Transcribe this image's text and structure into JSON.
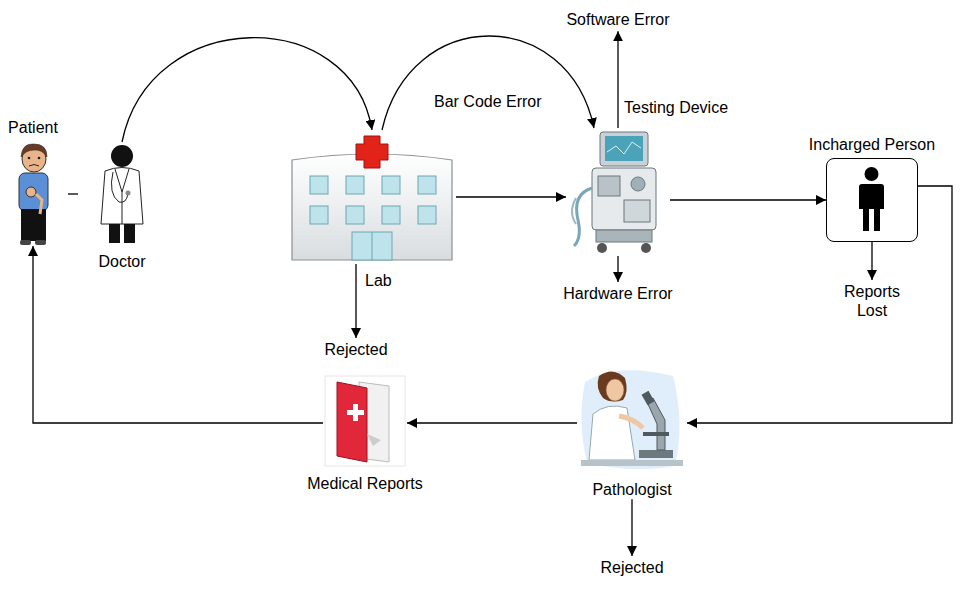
{
  "diagram": {
    "nodes": [
      {
        "text": [
          "Patient"
        ]
      },
      {
        "text": [
          "Doctor"
        ]
      },
      {
        "text": []
      },
      {
        "text": [
          "Testing Device"
        ]
      },
      {
        "text": [
          "Software Error"
        ]
      },
      {
        "text": [
          "Hardware Error"
        ]
      },
      {
        "text": [
          "Incharged Person"
        ]
      },
      {
        "text": [
          "Reports Lost"
        ]
      },
      {
        "text": [
          "Rejected"
        ]
      },
      {
        "text": [
          "Pathologist"
        ]
      },
      {
        "text": [
          "Rejected"
        ]
      },
      {
        "text": [
          "Medical Reports"
        ]
      }
    ],
    "edges": [
      {
        "from": 0,
        "to": 1,
        "arrow": "none"
      },
      {
        "from": 1,
        "to": 2,
        "arrow": "to"
      },
      {
        "from": 2,
        "to": 3,
        "label": "Bar Code Error",
        "arrow": "to"
      },
      {
        "from": 2,
        "to": 3,
        "arrow": "to"
      },
      {
        "from": 2,
        "to": 8,
        "label": "Lab",
        "arrow": "to"
      },
      {
        "from": 3,
        "to": 4,
        "arrow": "to"
      },
      {
        "from": 3,
        "to": 5,
        "arrow": "to"
      },
      {
        "from": 3,
        "to": 6,
        "arrow": "to"
      },
      {
        "from": 6,
        "to": 7,
        "arrow": "to"
      },
      {
        "from": 6,
        "to": 9,
        "arrow": "to"
      },
      {
        "from": 9,
        "to": 10,
        "arrow": "to"
      },
      {
        "from": 9,
        "to": 11,
        "arrow": "to"
      },
      {
        "from": 11,
        "to": 0,
        "arrow": "to"
      }
    ]
  }
}
